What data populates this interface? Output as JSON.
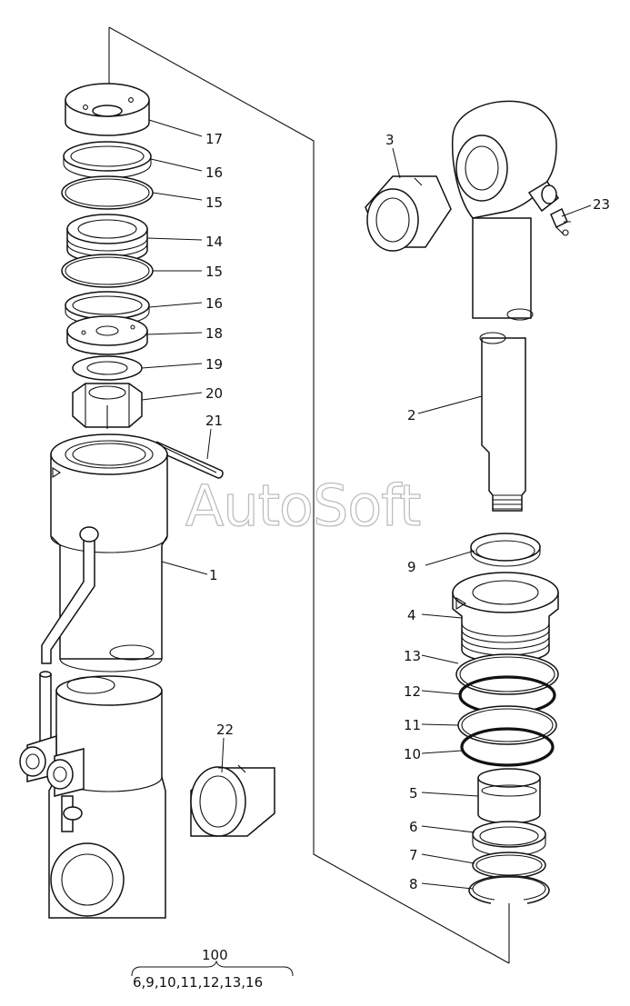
{
  "watermark": "AutoSoft",
  "labels": {
    "p17": "17",
    "p16a": "16",
    "p15a": "15",
    "p14": "14",
    "p15b": "15",
    "p16b": "16",
    "p18": "18",
    "p19": "19",
    "p20": "20",
    "p21": "21",
    "p1": "1",
    "p22": "22",
    "p3": "3",
    "p23": "23",
    "p2": "2",
    "p9": "9",
    "p4": "4",
    "p13": "13",
    "p12": "12",
    "p11": "11",
    "p10": "10",
    "p5": "5",
    "p6": "6",
    "p7": "7",
    "p8": "8"
  },
  "kit": {
    "number": "100",
    "contents": "6,9,10,11,12,13,16"
  }
}
